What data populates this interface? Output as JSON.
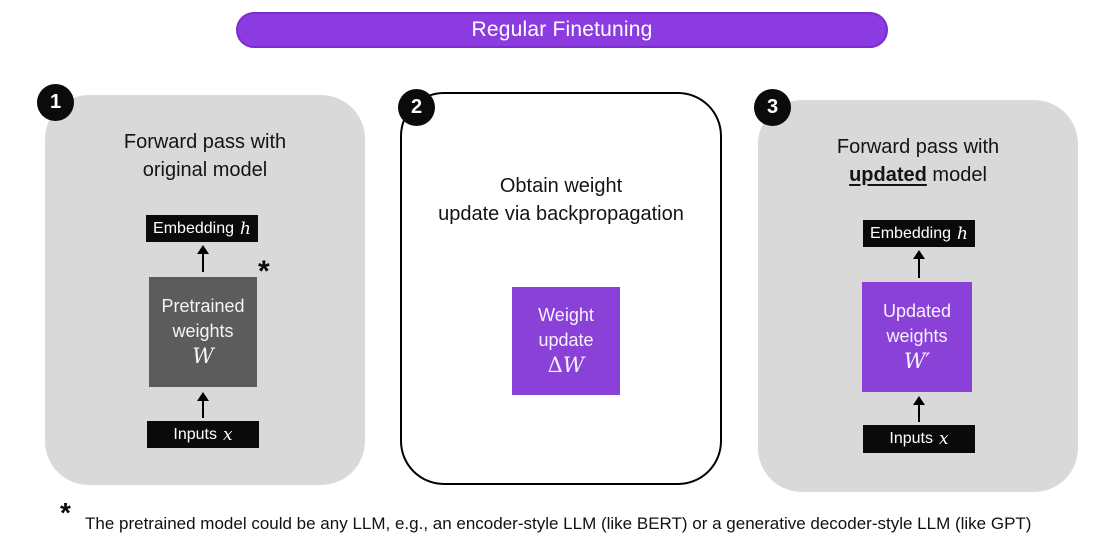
{
  "banner": {
    "label": "Regular Finetuning"
  },
  "colors": {
    "banner_purple": "#8C3BE0",
    "panel_gray": "#D9D9D9",
    "box_black": "#0A0A0A",
    "box_dark_gray": "#5C5C5C",
    "box_purple": "#8A41D8"
  },
  "panels": [
    {
      "number": "1",
      "title_line1": "Forward pass with",
      "title_line2": "original model",
      "embedding_label": "Embedding",
      "embedding_var": "h",
      "weights_line1": "Pretrained",
      "weights_line2": "weights",
      "weights_var": "W",
      "asterisk": "*",
      "inputs_label": "Inputs",
      "inputs_var": "x"
    },
    {
      "number": "2",
      "title_line1": "Obtain weight",
      "title_line2": "update via backpropagation",
      "update_line1": "Weight",
      "update_line2": "update",
      "update_var_delta": "Δ",
      "update_var_w": "W"
    },
    {
      "number": "3",
      "title_line1": "Forward pass with",
      "title_word_underlined": "updated",
      "title_line2_rest": " model",
      "embedding_label": "Embedding",
      "embedding_var": "h",
      "weights_line1": "Updated",
      "weights_line2": "weights",
      "weights_var": "W′",
      "inputs_label": "Inputs",
      "inputs_var": "x"
    }
  ],
  "footnote": {
    "marker": "*",
    "text": "The pretrained model could be any LLM, e.g., an encoder-style LLM (like BERT) or a generative decoder-style LLM (like GPT)"
  }
}
